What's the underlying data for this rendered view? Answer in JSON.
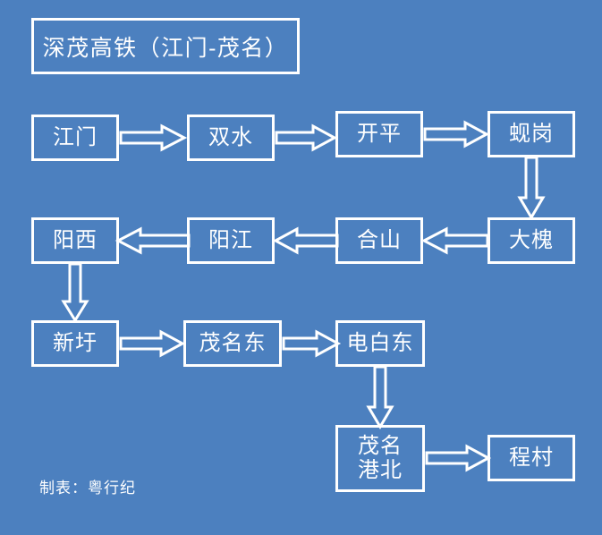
{
  "diagram": {
    "title": "深茂高铁（江门-茂名）",
    "footer_credit": "制表：粤行纪",
    "background_color": "#4c80bf",
    "line_color": "#ffffff",
    "type": "flowchart",
    "orientation": "serpentine-left-to-right",
    "rows": [
      {
        "direction": "right",
        "stations": [
          "江门",
          "双水",
          "开平",
          "蚬岗"
        ]
      },
      {
        "direction": "left",
        "stations": [
          "大槐",
          "合山",
          "阳江",
          "阳西"
        ]
      },
      {
        "direction": "right",
        "stations": [
          "新圩",
          "茂名东",
          "电白东"
        ]
      },
      {
        "direction": "right",
        "stations": [
          "茂名港北",
          "程村"
        ]
      }
    ],
    "stations": {
      "s1": "江门",
      "s2": "双水",
      "s3": "开平",
      "s4": "蚬岗",
      "s5": "大槐",
      "s6": "合山",
      "s7": "阳江",
      "s8": "阳西",
      "s9": "新圩",
      "s10": "茂名东",
      "s11": "电白东",
      "s12_line1": "茂名",
      "s12_line2": "港北",
      "s13": "程村"
    },
    "connector_names": [
      "江门-双水",
      "双水-开平",
      "开平-蚬岗",
      "蚬岗-大槐",
      "大槐-合山",
      "合山-阳江",
      "阳江-阳西",
      "阳西-新圩",
      "新圩-茂名东",
      "茂名东-电白东",
      "电白东-茂名港北",
      "茂名港北-程村"
    ]
  }
}
